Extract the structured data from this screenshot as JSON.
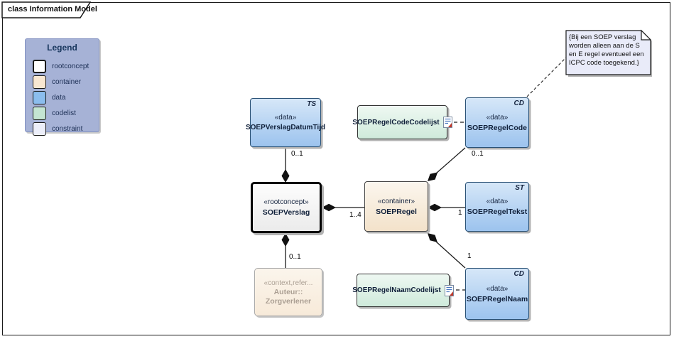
{
  "frame": {
    "tab_label": "class Information Model"
  },
  "legend": {
    "title": "Legend",
    "items": [
      {
        "label": "rootconcept",
        "color": "#ffffff"
      },
      {
        "label": "container",
        "color": "#f8e7d1"
      },
      {
        "label": "data",
        "color": "#8bbdee"
      },
      {
        "label": "codelist",
        "color": "#c4e5d2"
      },
      {
        "label": "constraint",
        "color": "#eceef9"
      }
    ]
  },
  "nodes": {
    "soepverslagdatumtijd": {
      "type_abbr": "TS",
      "stereotype": "«data»",
      "name": "SOEPVerslagDatumTijd"
    },
    "soepregelcodecodelijst": {
      "name": "SOEPRegelCodeCodelijst",
      "icon": "codelist-document-icon"
    },
    "soepregelcode": {
      "type_abbr": "CD",
      "stereotype": "«data»",
      "name": "SOEPRegelCode"
    },
    "soepverslag": {
      "stereotype": "«rootconcept»",
      "name": "SOEPVerslag"
    },
    "soepregel": {
      "stereotype": "«container»",
      "name": "SOEPRegel"
    },
    "soepregeltekst": {
      "type_abbr": "ST",
      "stereotype": "«data»",
      "name": "SOEPRegelTekst"
    },
    "auteur": {
      "stereotype": "«context,refer...",
      "name_line1": "Auteur::",
      "name_line2": "Zorgverlener"
    },
    "soepregelnaamcodelijst": {
      "name": "SOEPRegelNaamCodelijst",
      "icon": "codelist-document-icon"
    },
    "soepregelnaam": {
      "type_abbr": "CD",
      "stereotype": "«data»",
      "name": "SOEPRegelNaam"
    }
  },
  "note": {
    "text": "{Bij een SOEP verslag worden alleen aan de S en E regel eventueel een ICPC code toegekend.}"
  },
  "connectors": [
    {
      "from": "SOEPVerslag",
      "to": "SOEPVerslagDatumTijd",
      "type": "composition",
      "multiplicity": "0..1"
    },
    {
      "from": "SOEPVerslag",
      "to": "SOEPRegel",
      "type": "composition",
      "multiplicity": "1..4"
    },
    {
      "from": "SOEPVerslag",
      "to": "Auteur::Zorgverlener",
      "type": "composition",
      "multiplicity": "0..1"
    },
    {
      "from": "SOEPRegel",
      "to": "SOEPRegelCode",
      "type": "composition",
      "multiplicity": "0..1"
    },
    {
      "from": "SOEPRegel",
      "to": "SOEPRegelTekst",
      "type": "composition",
      "multiplicity": "1"
    },
    {
      "from": "SOEPRegel",
      "to": "SOEPRegelNaam",
      "type": "composition",
      "multiplicity": "1"
    },
    {
      "from": "SOEPRegelCodeCodelijst",
      "to": "SOEPRegelCode",
      "type": "dependency-dashed"
    },
    {
      "from": "SOEPRegelNaamCodelijst",
      "to": "SOEPRegelNaam",
      "type": "dependency-dashed"
    },
    {
      "from": "note",
      "to": "SOEPRegelCode",
      "type": "notelink-dashed"
    }
  ],
  "colors": {
    "data_fill_top": "#d6e7f8",
    "data_fill_bottom": "#9cc3ee",
    "data_border": "#2b5276",
    "codelist_fill": "#cfeadb",
    "container_fill": "#f3e2ca",
    "rootconcept_border": "#000000",
    "legend_bg": "#a6b2d6",
    "note_bg": "#e9ebf9",
    "line": "#1a1a1a"
  }
}
